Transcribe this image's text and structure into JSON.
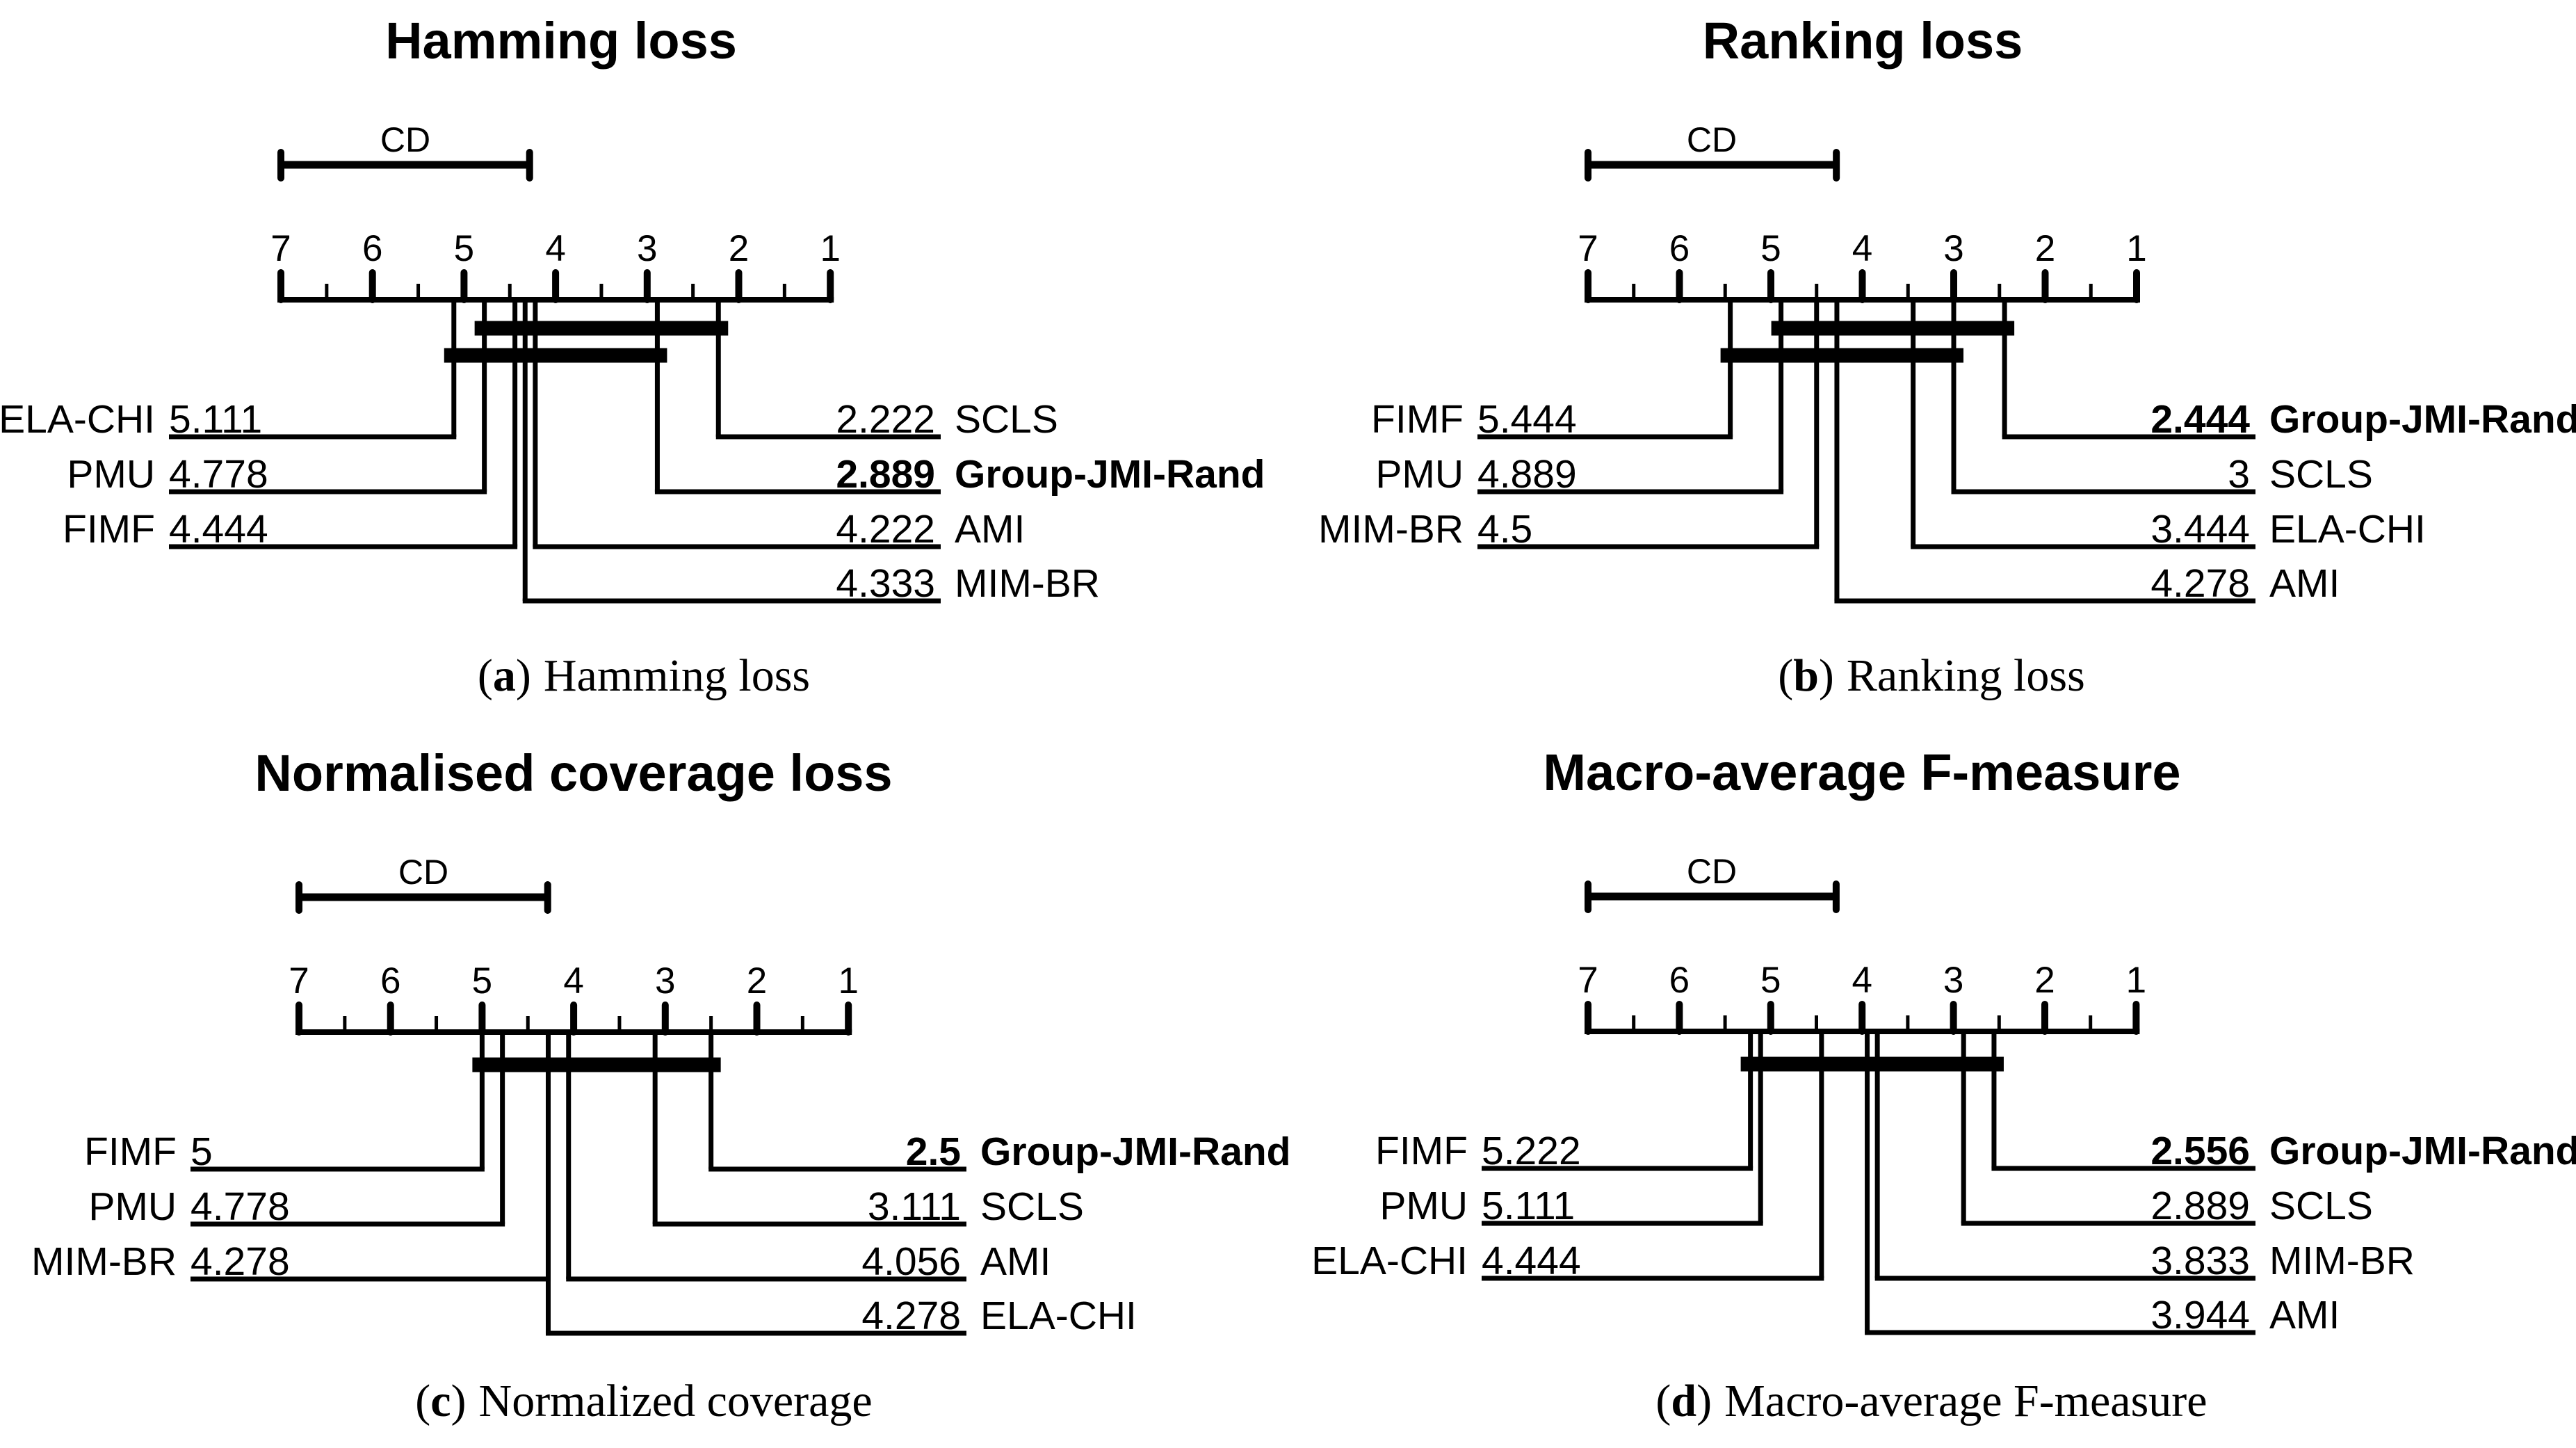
{
  "figure": {
    "background_color": "#ffffff",
    "ink_color": "#000000",
    "description": "Critical difference diagrams comparing 7 feature-selection methods on 4 multi-label metrics",
    "panels_order": [
      "a",
      "b",
      "c",
      "d"
    ]
  },
  "chart_data": [
    {
      "type": "critical_difference_diagram",
      "panel_letter": "a",
      "title": "Hamming loss",
      "cd_label": "CD",
      "cd_span_ranks": 2.716,
      "axis": {
        "worst_rank": 7,
        "best_rank": 1,
        "major_ticks": [
          7,
          6,
          5,
          4,
          3,
          2,
          1
        ],
        "minor_ticks": [
          6.5,
          5.5,
          4.5,
          3.5,
          2.5,
          1.5
        ]
      },
      "left_methods": [
        {
          "name": "ELA-CHI",
          "rank": 5.111,
          "rank_label": "5.111",
          "bold": false
        },
        {
          "name": "PMU",
          "rank": 4.778,
          "rank_label": "4.778",
          "bold": false
        },
        {
          "name": "FIMF",
          "rank": 4.444,
          "rank_label": "4.444",
          "bold": false
        }
      ],
      "right_methods": [
        {
          "name": "SCLS",
          "rank": 2.222,
          "rank_label": "2.222",
          "bold": false
        },
        {
          "name": "Group-JMI-Rand",
          "rank": 2.889,
          "rank_label": "2.889",
          "bold": true
        },
        {
          "name": "AMI",
          "rank": 4.222,
          "rank_label": "4.222",
          "bold": false
        },
        {
          "name": "MIM-BR",
          "rank": 4.333,
          "rank_label": "4.333",
          "bold": false
        }
      ],
      "clique_bars": [
        [
          2.222,
          4.778
        ],
        [
          2.889,
          5.111
        ]
      ],
      "caption": {
        "prefix": "(",
        "letter": "a",
        "suffix": ")",
        "text": "Hamming loss"
      }
    },
    {
      "type": "critical_difference_diagram",
      "panel_letter": "b",
      "title": "Ranking loss",
      "cd_label": "CD",
      "cd_span_ranks": 2.716,
      "axis": {
        "worst_rank": 7,
        "best_rank": 1,
        "major_ticks": [
          7,
          6,
          5,
          4,
          3,
          2,
          1
        ],
        "minor_ticks": [
          6.5,
          5.5,
          4.5,
          3.5,
          2.5,
          1.5
        ]
      },
      "left_methods": [
        {
          "name": "FIMF",
          "rank": 5.444,
          "rank_label": "5.444",
          "bold": false
        },
        {
          "name": "PMU",
          "rank": 4.889,
          "rank_label": "4.889",
          "bold": false
        },
        {
          "name": "MIM-BR",
          "rank": 4.5,
          "rank_label": "4.5",
          "bold": false
        }
      ],
      "right_methods": [
        {
          "name": "Group-JMI-Rand",
          "rank": 2.444,
          "rank_label": "2.444",
          "bold": true
        },
        {
          "name": "SCLS",
          "rank": 3,
          "rank_label": "3",
          "bold": false
        },
        {
          "name": "ELA-CHI",
          "rank": 3.444,
          "rank_label": "3.444",
          "bold": false
        },
        {
          "name": "AMI",
          "rank": 4.278,
          "rank_label": "4.278",
          "bold": false
        }
      ],
      "clique_bars": [
        [
          2.444,
          4.889
        ],
        [
          3,
          5.444
        ]
      ],
      "caption": {
        "prefix": "(",
        "letter": "b",
        "suffix": ")",
        "text": "Ranking loss"
      }
    },
    {
      "type": "critical_difference_diagram",
      "panel_letter": "c",
      "title": "Normalised coverage loss",
      "cd_label": "CD",
      "cd_span_ranks": 2.716,
      "axis": {
        "worst_rank": 7,
        "best_rank": 1,
        "major_ticks": [
          7,
          6,
          5,
          4,
          3,
          2,
          1
        ],
        "minor_ticks": [
          6.5,
          5.5,
          4.5,
          3.5,
          2.5,
          1.5
        ]
      },
      "left_methods": [
        {
          "name": "FIMF",
          "rank": 5,
          "rank_label": "5",
          "bold": false
        },
        {
          "name": "PMU",
          "rank": 4.778,
          "rank_label": "4.778",
          "bold": false
        },
        {
          "name": "MIM-BR",
          "rank": 4.278,
          "rank_label": "4.278",
          "bold": false
        }
      ],
      "right_methods": [
        {
          "name": "Group-JMI-Rand",
          "rank": 2.5,
          "rank_label": "2.5",
          "bold": true
        },
        {
          "name": "SCLS",
          "rank": 3.111,
          "rank_label": "3.111",
          "bold": false
        },
        {
          "name": "AMI",
          "rank": 4.056,
          "rank_label": "4.056",
          "bold": false
        },
        {
          "name": "ELA-CHI",
          "rank": 4.278,
          "rank_label": "4.278",
          "bold": false
        }
      ],
      "clique_bars": [
        [
          2.5,
          5
        ]
      ],
      "caption": {
        "prefix": "(",
        "letter": "c",
        "suffix": ")",
        "text": "Normalized coverage"
      }
    },
    {
      "type": "critical_difference_diagram",
      "panel_letter": "d",
      "title": "Macro-average F-measure",
      "cd_label": "CD",
      "cd_span_ranks": 2.716,
      "axis": {
        "worst_rank": 7,
        "best_rank": 1,
        "major_ticks": [
          7,
          6,
          5,
          4,
          3,
          2,
          1
        ],
        "minor_ticks": [
          6.5,
          5.5,
          4.5,
          3.5,
          2.5,
          1.5
        ]
      },
      "left_methods": [
        {
          "name": "FIMF",
          "rank": 5.222,
          "rank_label": "5.222",
          "bold": false
        },
        {
          "name": "PMU",
          "rank": 5.111,
          "rank_label": "5.111",
          "bold": false
        },
        {
          "name": "ELA-CHI",
          "rank": 4.444,
          "rank_label": "4.444",
          "bold": false
        }
      ],
      "right_methods": [
        {
          "name": "Group-JMI-Rand",
          "rank": 2.556,
          "rank_label": "2.556",
          "bold": true
        },
        {
          "name": "SCLS",
          "rank": 2.889,
          "rank_label": "2.889",
          "bold": false
        },
        {
          "name": "MIM-BR",
          "rank": 3.833,
          "rank_label": "3.833",
          "bold": false
        },
        {
          "name": "AMI",
          "rank": 3.944,
          "rank_label": "3.944",
          "bold": false
        }
      ],
      "clique_bars": [
        [
          2.556,
          5.222
        ]
      ],
      "caption": {
        "prefix": "(",
        "letter": "d",
        "suffix": ")",
        "text": "Macro-average F-measure"
      }
    }
  ]
}
